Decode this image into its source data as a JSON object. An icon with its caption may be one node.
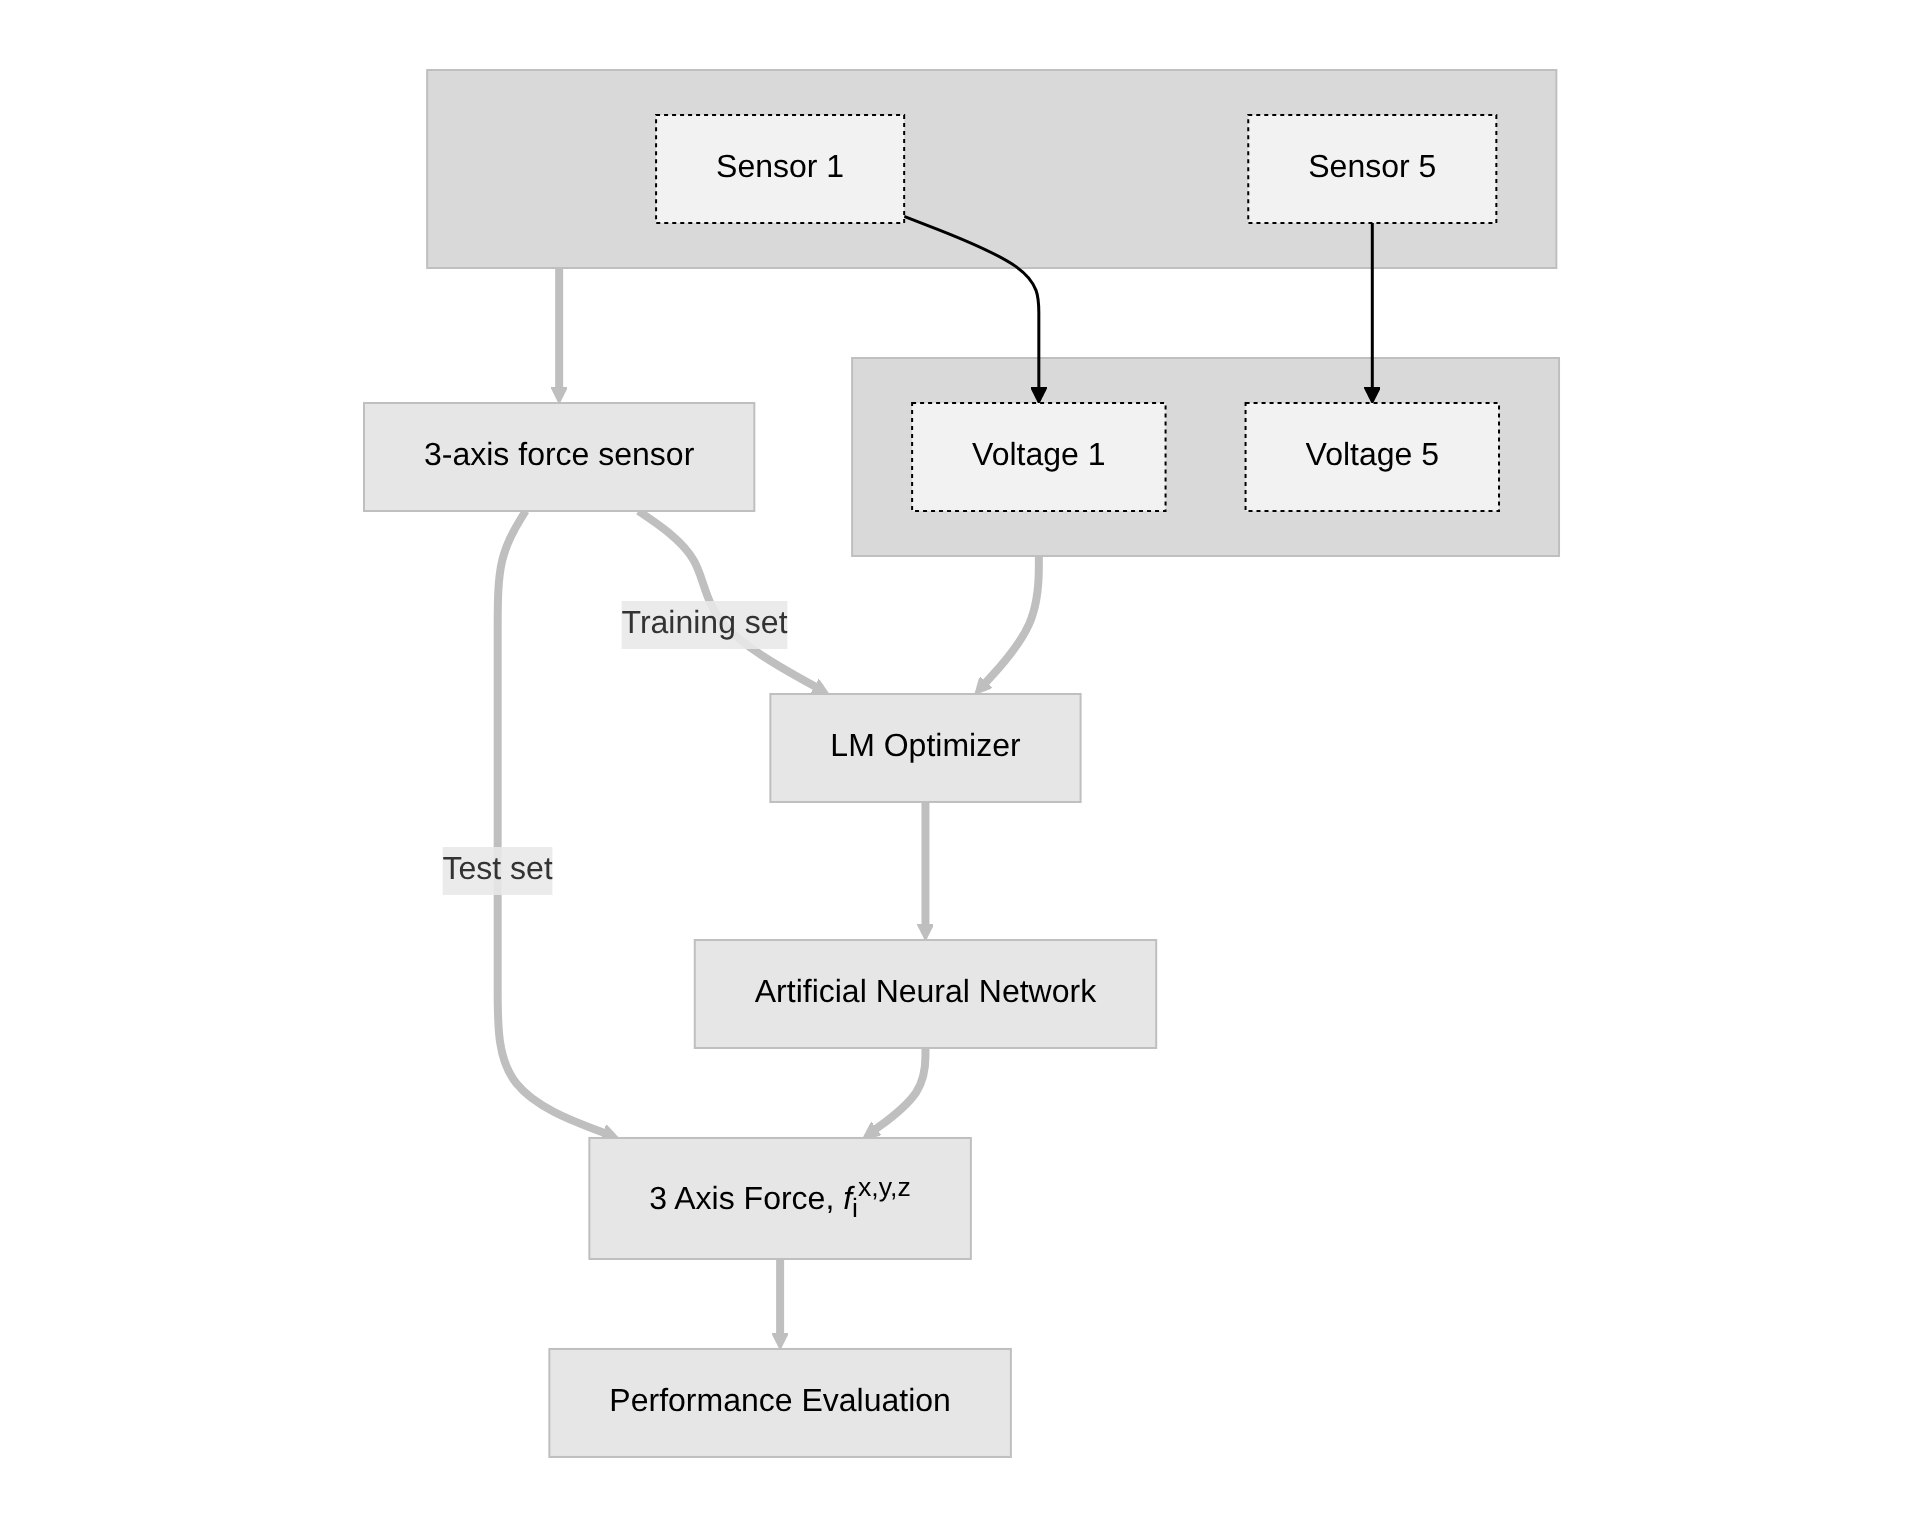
{
  "diagram": {
    "nodes": [
      {
        "text": [],
        "shape": "bar"
      },
      {
        "text": [
          "Sensor 1"
        ],
        "in": 0
      },
      {
        "text": [
          "Sensor 5"
        ],
        "in": 0
      },
      {
        "text": [],
        "shape": "bar"
      },
      {
        "text": [
          "Voltage 1"
        ],
        "in": 3
      },
      {
        "text": [
          "Voltage 5"
        ],
        "in": 3
      },
      {
        "text": [
          "3-axis force sensor"
        ]
      },
      {
        "text": [
          "LM Optimizer"
        ]
      },
      {
        "text": [
          "Artificial Neural Network"
        ]
      },
      {
        "text": [
          "3 Axis Force, *f*$_{i}$$^{x,y,z}$"
        ]
      },
      {
        "text": [
          "Performance Evaluation"
        ]
      }
    ],
    "edges": [
      {
        "from": 1,
        "to": 4,
        "arrow": "to",
        "color": "#000000"
      },
      {
        "from": 2,
        "to": 5,
        "arrow": "to",
        "color": "#000000"
      },
      {
        "from": 0,
        "to": 6,
        "arrow": "to"
      },
      {
        "from": 3,
        "to": 7,
        "arrow": "to"
      },
      {
        "from": 6,
        "to": 7,
        "arrow": "to",
        "label": "Training set"
      },
      {
        "from": 7,
        "to": 8,
        "arrow": "to"
      },
      {
        "from": 8,
        "to": 9,
        "arrow": "to"
      },
      {
        "from": 6,
        "to": 9,
        "arrow": "to",
        "label": "Test set"
      },
      {
        "from": 9,
        "to": 10,
        "arrow": "to"
      }
    ]
  }
}
